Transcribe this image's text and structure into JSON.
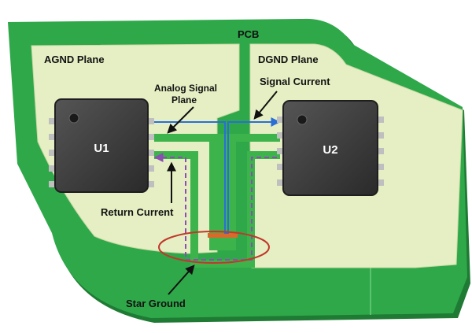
{
  "labels": {
    "pcb": "PCB",
    "agnd_plane": "AGND Plane",
    "dgnd_plane": "DGND Plane",
    "analog_signal_line1": "Analog Signal",
    "analog_signal_line2": "Plane",
    "signal_current": "Signal Current",
    "return_current": "Return Current",
    "star_ground": "Star Ground",
    "u1": "U1",
    "u2": "U2"
  },
  "colors": {
    "pcb_green": "#2fa84a",
    "pcb_edge": "#1f7a34",
    "plane_fill": "#e6efc4",
    "trace_green": "#3cb44b",
    "signal_blue": "#2a6fd6",
    "return_purple": "#8a4fb0",
    "star_ellipse": "#c0392b",
    "chip_body": "#3b3b3b"
  }
}
